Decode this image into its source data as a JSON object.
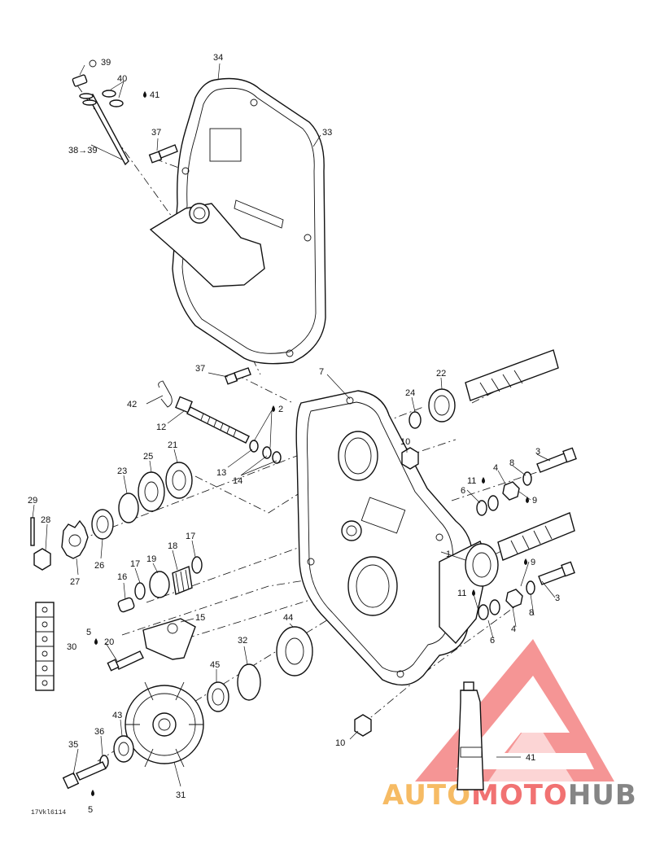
{
  "drawing_ref": "17Vkl6114",
  "watermark": {
    "part1": "AUTO",
    "part2": "MOTO",
    "part3": "HUB",
    "color_orange": "#f5b04a",
    "color_red": "#ef5a5a",
    "color_gray": "#707070"
  },
  "callouts": {
    "c1": "1",
    "c2": "2",
    "c3a": "3",
    "c3b": "3",
    "c4a": "4",
    "c4b": "4",
    "c5a": "5",
    "c5b": "5",
    "c6a": "6",
    "c6b": "6",
    "c7": "7",
    "c8a": "8",
    "c8b": "8",
    "c9a": "9",
    "c9b": "9",
    "c10a": "10",
    "c10b": "10",
    "c11a": "11",
    "c11b": "11",
    "c12": "12",
    "c13": "13",
    "c14": "14",
    "c15": "15",
    "c16": "16",
    "c17a": "17",
    "c17b": "17",
    "c18": "18",
    "c19": "19",
    "c20": "20",
    "c21": "21",
    "c22": "22",
    "c23": "23",
    "c24": "24",
    "c25": "25",
    "c26": "26",
    "c27": "27",
    "c28": "28",
    "c29": "29",
    "c30": "30",
    "c31": "31",
    "c32": "32",
    "c33": "33",
    "c34": "34",
    "c35": "35",
    "c36": "36",
    "c37a": "37",
    "c37b": "37",
    "c38": "38→39",
    "c39": "39",
    "c40": "40",
    "c41a": "41",
    "c41b": "41",
    "c42": "42",
    "c43": "43",
    "c44": "44",
    "c45": "45"
  }
}
